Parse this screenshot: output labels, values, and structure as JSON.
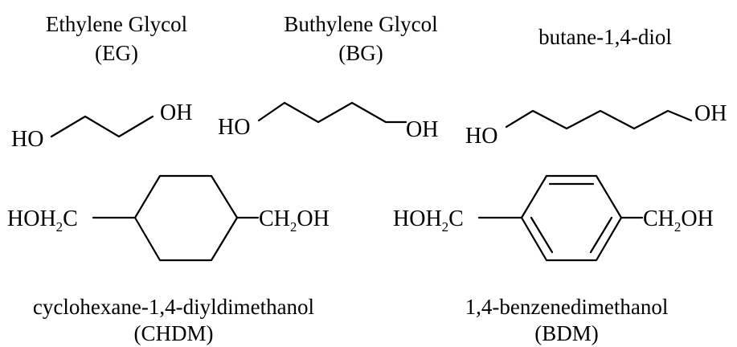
{
  "molecules": [
    {
      "name": "Ethylene Glycol",
      "abbr": "(EG)",
      "left_group": "HO",
      "right_group": "OH"
    },
    {
      "name": "Buthylene Glycol",
      "abbr": "(BG)",
      "left_group": "HO",
      "right_group": "OH"
    },
    {
      "name": "butane-1,4-diol",
      "left_group": "HO",
      "right_group": "OH"
    },
    {
      "name": "cyclohexane-1,4-diyldimethanol",
      "abbr": "(CHDM)",
      "left_group": {
        "main": "HOH",
        "sub": "2",
        "tail": "C"
      },
      "right_group": {
        "main": "CH",
        "sub": "2",
        "tail": "OH"
      }
    },
    {
      "name": "1,4-benzenedimethanol",
      "abbr": "(BDM)",
      "left_group": {
        "main": "HOH",
        "sub": "2",
        "tail": "C"
      },
      "right_group": {
        "main": "CH",
        "sub": "2",
        "tail": "OH"
      }
    }
  ]
}
